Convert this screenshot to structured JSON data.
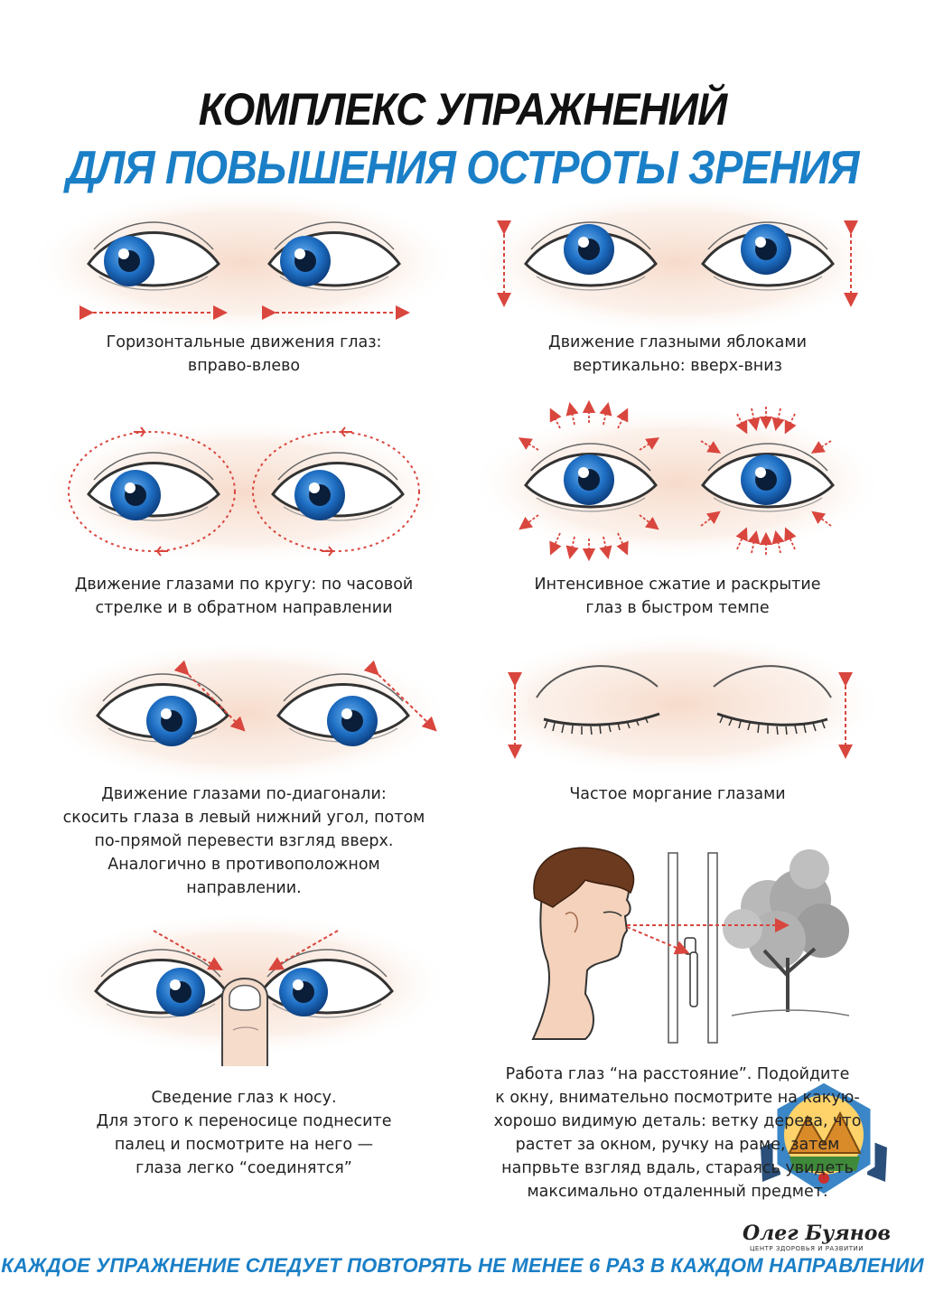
{
  "title_line1": "КОМПЛЕКС УПРАЖНЕНИЙ",
  "title_line2": "ДЛЯ ПОВЫШЕНИЯ ОСТРОТЫ ЗРЕНИЯ",
  "exercises": [
    {
      "lines": [
        "Горизонтальные движения глаз:",
        "вправо-влево"
      ]
    },
    {
      "lines": [
        "Движение глазными яблоками",
        "вертикально: вверх-вниз"
      ]
    },
    {
      "lines": [
        "Движение глазами по кругу: по часовой",
        "стрелке и в обратном направлении"
      ]
    },
    {
      "lines": [
        "Интенсивное сжатие и раскрытие",
        "глаз в быстром темпе"
      ]
    },
    {
      "lines": [
        "Движение глазами по-диагонали:",
        "скосить глаза в левый нижний угол, потом",
        "по-прямой перевести взгляд вверх.",
        "Аналогично в противоположном",
        "направлении."
      ]
    },
    {
      "lines": [
        "Частое моргание глазами"
      ]
    },
    {
      "lines": [
        "Сведение глаз к носу.",
        "Для этого к переносице поднесите",
        "палец и посмотрите на него —",
        "глаза легко “соединятся”"
      ]
    },
    {
      "lines": [
        "Работа глаз “на расстояние”. Подойдите",
        "к окну, внимательно посмотрите на какую-",
        "хорошо видимую деталь: ветку дерева, что",
        "растет за окном, ручку на раме, затем",
        "напрвьте взгляд вдаль, стараясь увидеть",
        "максимально отдаленный предмет."
      ]
    }
  ],
  "footer": "КАЖДОЕ УПРАЖНЕНИЕ СЛЕДУЕТ ПОВТОРЯТЬ НЕ МЕНЕЕ 6 РАЗ В КАЖДОМ НАПРАВЛЕНИИ",
  "signature": "Олег Буянов",
  "signature_sub": "ЦЕНТР ЗДОРОВЬЯ И РАЗВИТИИ",
  "colors": {
    "title": "#111111",
    "accent": "#1a7fc6",
    "arrow": "#d9463e",
    "iris": "#1e6fc4",
    "skin_glow": "#f6d9c8"
  },
  "icons": [
    "eye-icon",
    "arrow-icon",
    "finger-icon",
    "man-profile-icon",
    "window-icon",
    "tree-icon",
    "logo-badge-icon"
  ]
}
